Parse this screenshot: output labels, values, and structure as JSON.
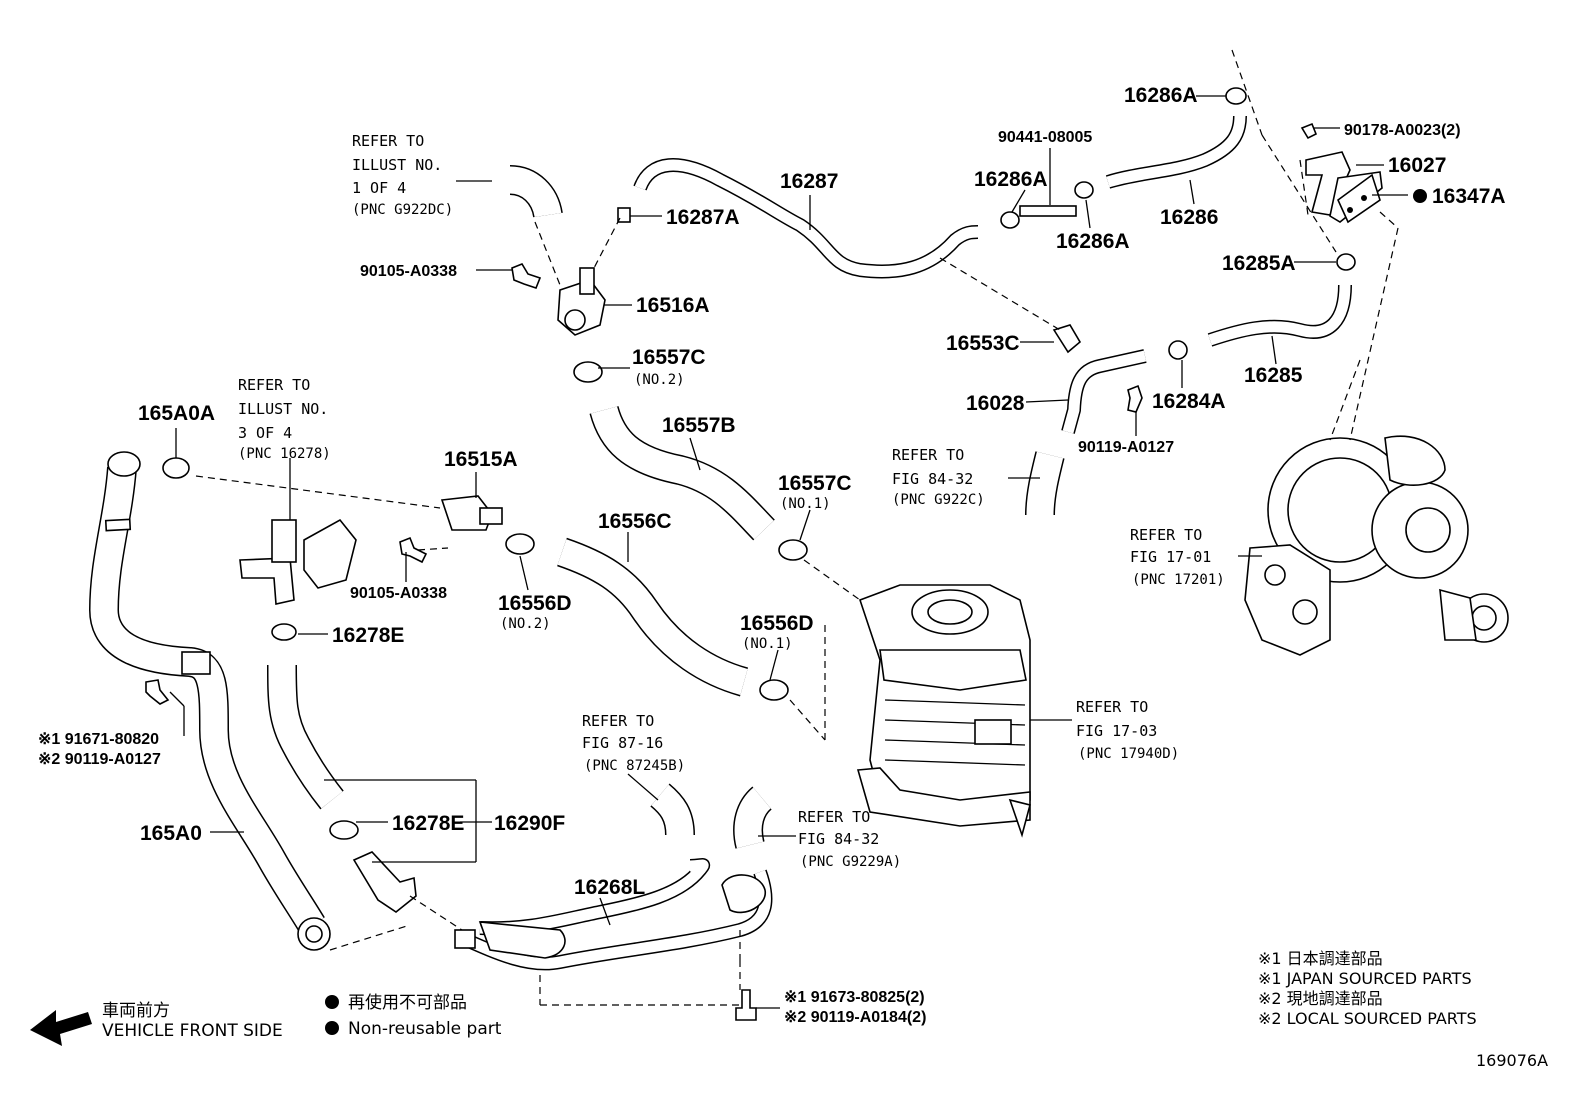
{
  "labels": {
    "p165A0A": "165A0A",
    "p165A0": "165A0",
    "p16515A": "16515A",
    "p16516A": "16516A",
    "p16557C_top": "16557C",
    "p16557C_no2": "(NO.2)",
    "p16557B": "16557B",
    "p16557C_right": "16557C",
    "p16557C_no1": "(NO.1)",
    "p16556C": "16556C",
    "p16556D_left": "16556D",
    "p16556D_left_no": "(NO.2)",
    "p16556D_right": "16556D",
    "p16556D_right_no": "(NO.1)",
    "p16278E_top": "16278E",
    "p16278E_bottom": "16278E",
    "p16290F": "16290F",
    "p16268L": "16268L",
    "p16287": "16287",
    "p16287A": "16287A",
    "p16286A_top": "16286A",
    "p16286A_mid": "16286A",
    "p16286A_low": "16286A",
    "p16286": "16286",
    "p16027": "16027",
    "p16347A": "16347A",
    "p16285A": "16285A",
    "p16285": "16285",
    "p16553C": "16553C",
    "p16028": "16028",
    "p16284A": "16284A",
    "b90105_top": "90105-A0338",
    "b90105_mid": "90105-A0338",
    "b90441": "90441-08005",
    "b90178": "90178-A0023(2)",
    "b90119_mid": "90119-A0127",
    "b91671": "※1 91671-80820",
    "b90119_left": "※2 90119-A0127",
    "b91673": "※1 91673-80825(2)",
    "b90119_bottom": "※2 90119-A0184(2)"
  },
  "refs": {
    "r1": {
      "l1": "REFER TO",
      "l2": "ILLUST NO.",
      "l3": "1 OF 4",
      "pnc": "(PNC G922DC)"
    },
    "r2": {
      "l1": "REFER TO",
      "l2": "ILLUST NO.",
      "l3": "3 OF 4",
      "pnc": "(PNC 16278)"
    },
    "r3": {
      "l1": "REFER TO",
      "l2": "FIG 84-32",
      "pnc": "(PNC G922C)"
    },
    "r4": {
      "l1": "REFER TO",
      "l2": "FIG 17-01",
      "pnc": "(PNC 17201)"
    },
    "r5": {
      "l1": "REFER TO",
      "l2": "FIG 17-03",
      "pnc": "(PNC 17940D)"
    },
    "r6": {
      "l1": "REFER TO",
      "l2": "FIG 87-16",
      "pnc": "(PNC 87245B)"
    },
    "r7": {
      "l1": "REFER TO",
      "l2": "FIG 84-32",
      "pnc": "(PNC G9229A)"
    }
  },
  "legend": {
    "vehicle_jp": "車両前方",
    "vehicle_en": "VEHICLE FRONT SIDE",
    "nonreuse_jp": "再使用不可部品",
    "nonreuse_en": "Non-reusable part"
  },
  "notes": [
    "※1  日本調達部品",
    "※1  JAPAN SOURCED PARTS",
    "※2  現地調達部品",
    "※2  LOCAL SOURCED PARTS"
  ],
  "figure_id": "169076A"
}
